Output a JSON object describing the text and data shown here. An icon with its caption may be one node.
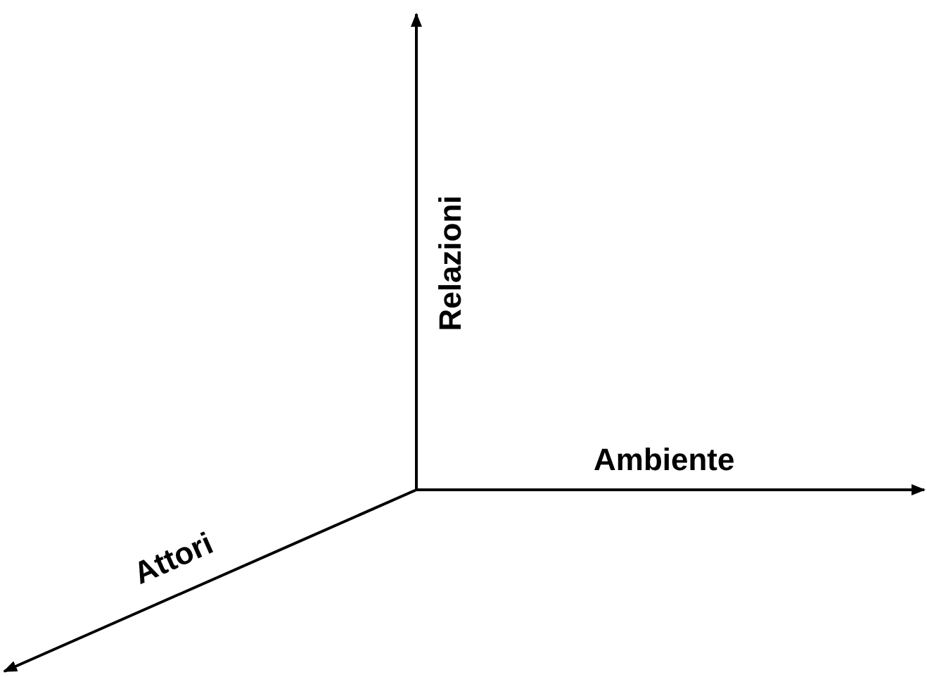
{
  "diagram": {
    "labels": [
      "Relazioni",
      "Ambiente",
      "Attori"
    ]
  }
}
